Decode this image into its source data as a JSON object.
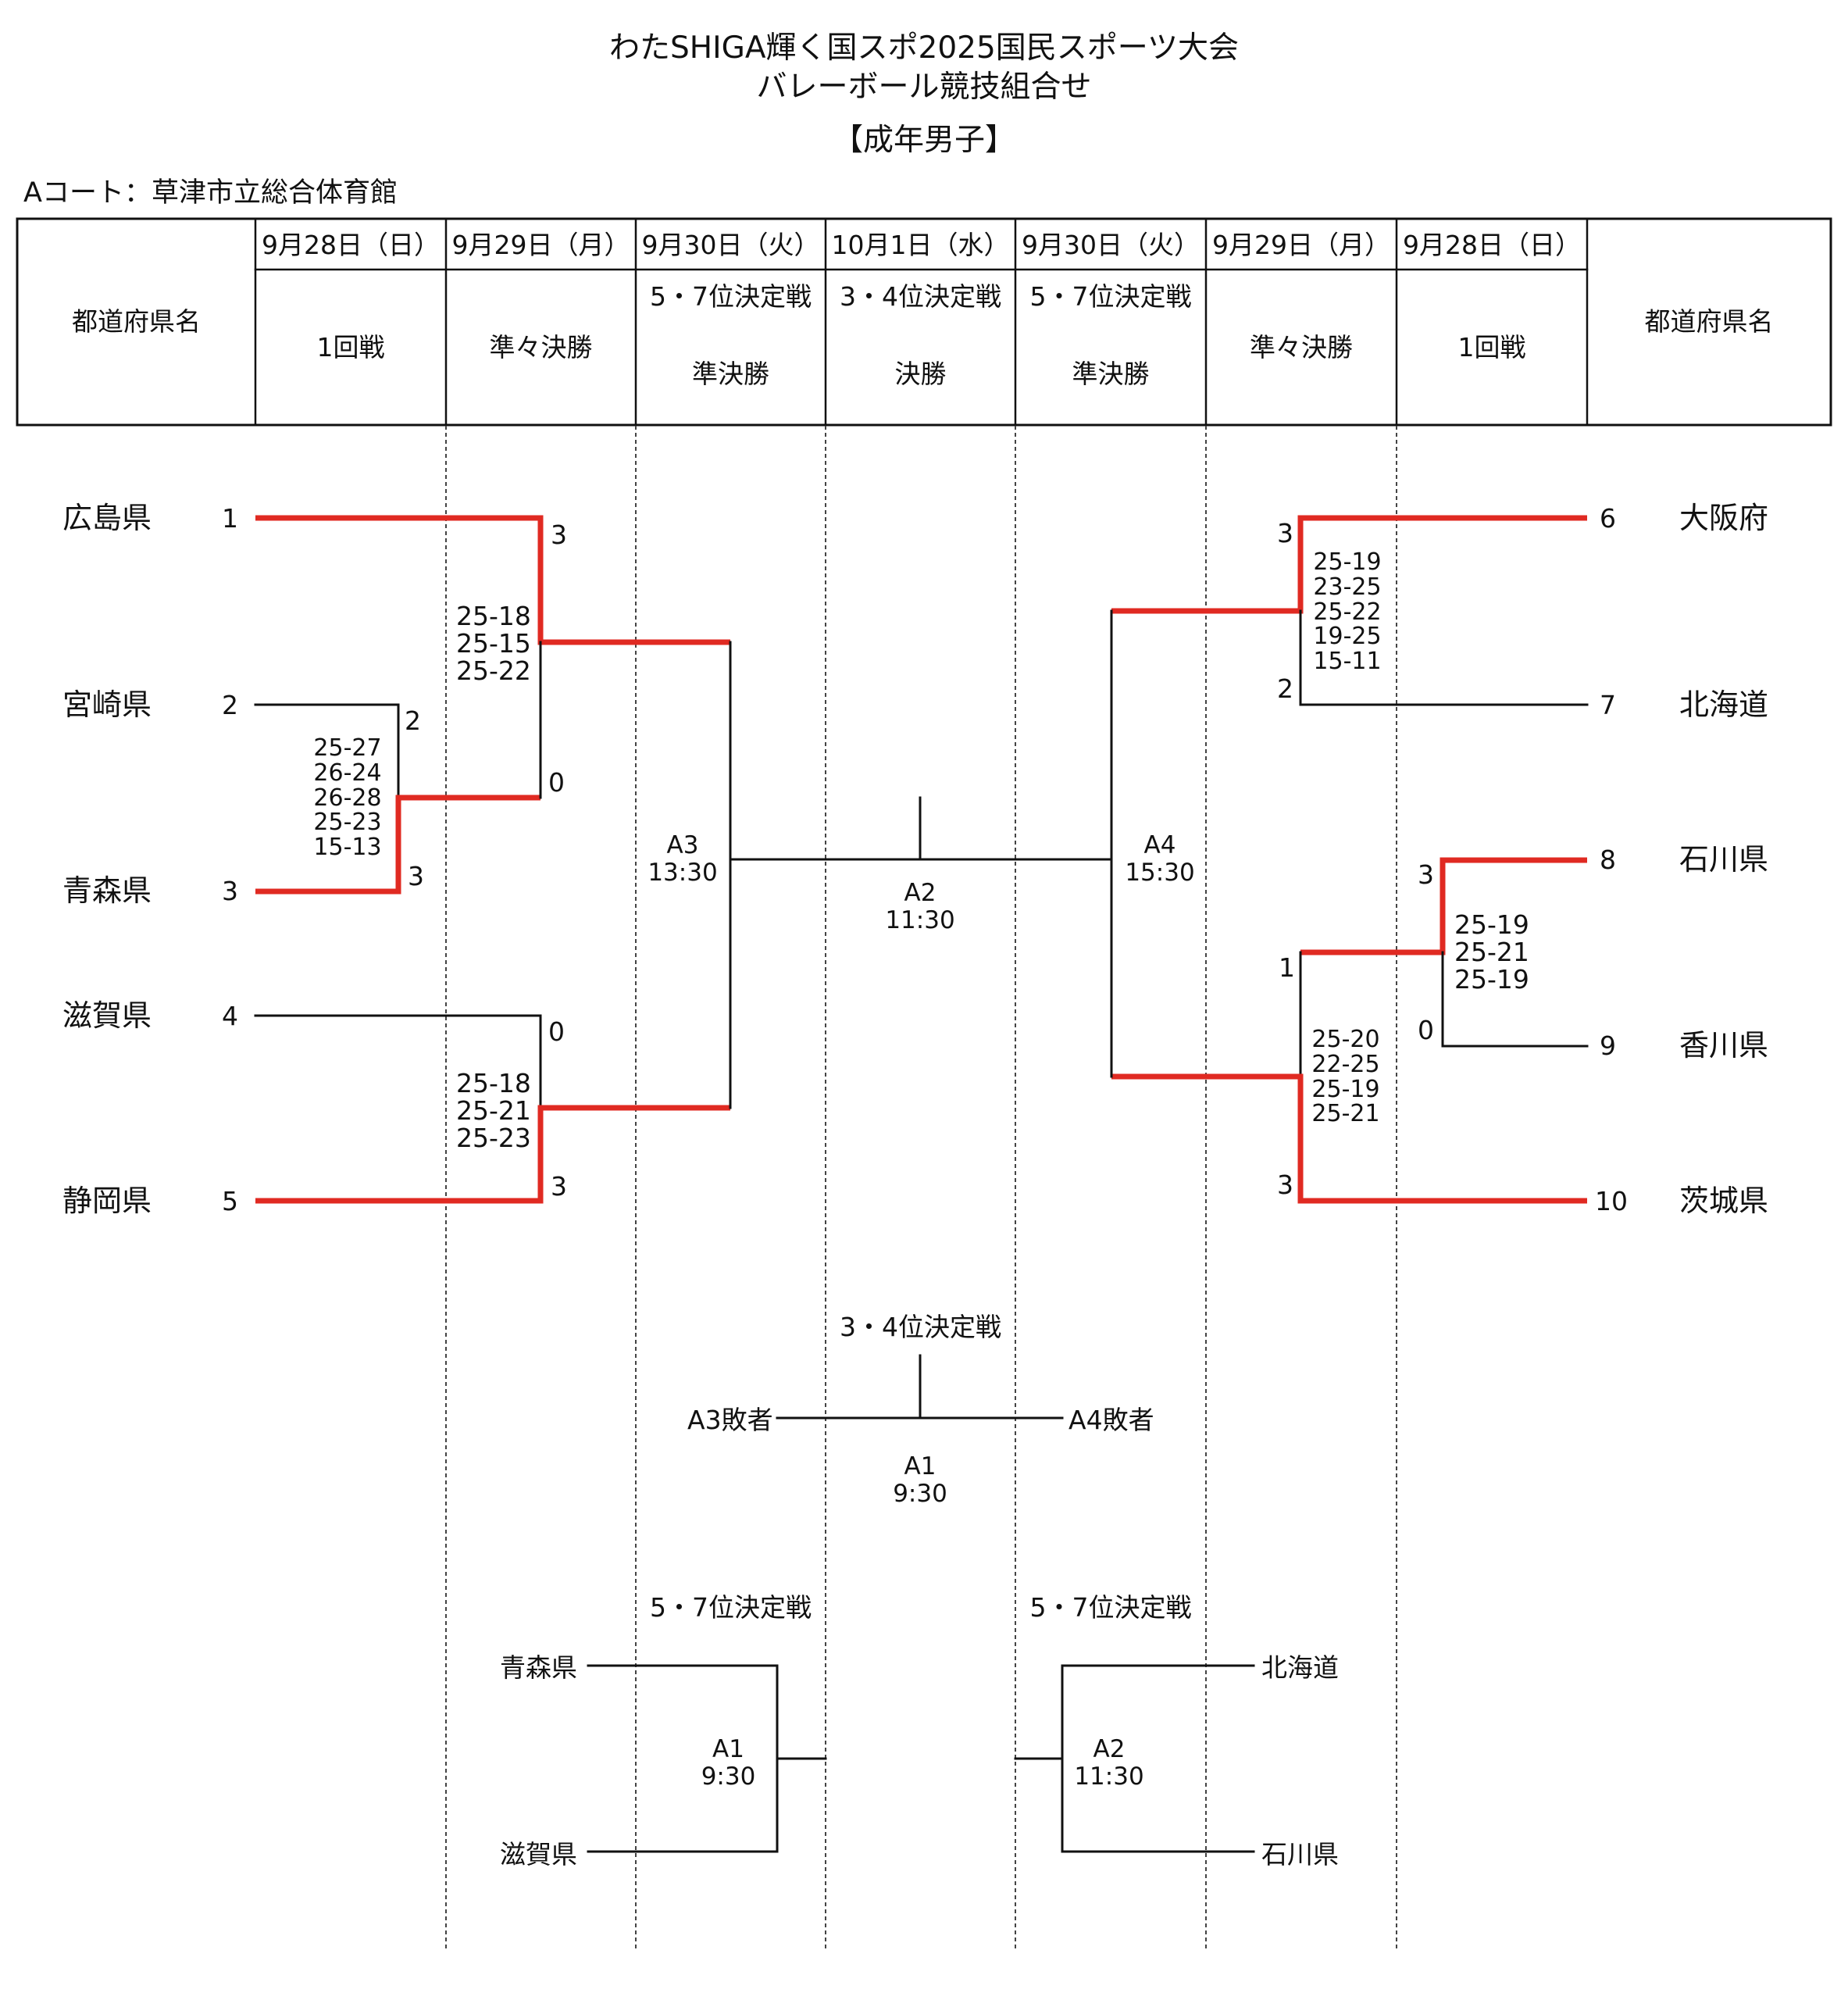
{
  "title": {
    "line1": "わたSHIGA輝く国スポ2025国民スポーツ大会",
    "line2": "バレーボール競技組合せ",
    "line3": "【成年男子】"
  },
  "court": "Aコート：草津市立総合体育館",
  "header": {
    "pref_label": "都道府県名",
    "columns": [
      {
        "date": "9月28日（日）",
        "round": [
          "1回戦"
        ]
      },
      {
        "date": "9月29日（月）",
        "round": [
          "準々決勝"
        ]
      },
      {
        "date": "9月30日（火）",
        "round": [
          "5・7位決定戦",
          "準決勝"
        ]
      },
      {
        "date": "10月1日（水）",
        "round": [
          "3・4位決定戦",
          "決勝"
        ]
      },
      {
        "date": "9月30日（火）",
        "round": [
          "5・7位決定戦",
          "準決勝"
        ]
      },
      {
        "date": "9月29日（月）",
        "round": [
          "準々決勝"
        ]
      },
      {
        "date": "9月28日（日）",
        "round": [
          "1回戦"
        ]
      }
    ]
  },
  "teams_left": [
    {
      "name": "広島県",
      "seed": "1"
    },
    {
      "name": "宮崎県",
      "seed": "2"
    },
    {
      "name": "青森県",
      "seed": "3"
    },
    {
      "name": "滋賀県",
      "seed": "4"
    },
    {
      "name": "静岡県",
      "seed": "5"
    }
  ],
  "teams_right": [
    {
      "name": "大阪府",
      "seed": "6"
    },
    {
      "name": "北海道",
      "seed": "7"
    },
    {
      "name": "石川県",
      "seed": "8"
    },
    {
      "name": "香川県",
      "seed": "9"
    },
    {
      "name": "茨城県",
      "seed": "10"
    }
  ],
  "set_scores": {
    "l_r1_top": "2",
    "l_r1_bot": "3",
    "l_qf1_top": "3",
    "l_qf1_bot": "0",
    "l_qf2_top": "0",
    "l_qf2_bot": "3",
    "r_qf1_top": "3",
    "r_qf1_bot": "2",
    "r_r1_top": "3",
    "r_r1_bot": "0",
    "r_qf2_top": "1",
    "r_qf2_bot": "3"
  },
  "game_scores": {
    "l_r1": [
      "25-27",
      "26-24",
      "26-28",
      "25-23",
      "15-13"
    ],
    "l_qf1": [
      "25-18",
      "25-15",
      "25-22"
    ],
    "l_qf2": [
      "25-18",
      "25-21",
      "25-23"
    ],
    "r_qf1": [
      "25-19",
      "23-25",
      "25-22",
      "19-25",
      "15-11"
    ],
    "r_r1": [
      "25-19",
      "25-21",
      "25-19"
    ],
    "r_qf2": [
      "25-20",
      "22-25",
      "25-19",
      "25-21"
    ]
  },
  "matches": {
    "a3": {
      "id": "A3",
      "time": "13:30"
    },
    "a4": {
      "id": "A4",
      "time": "15:30"
    },
    "a2_final": {
      "id": "A2",
      "time": "11:30"
    },
    "a1_third": {
      "id": "A1",
      "time": "9:30"
    },
    "a1_fifth": {
      "id": "A1",
      "time": "9:30"
    },
    "a2_fifth": {
      "id": "A2",
      "time": "11:30"
    }
  },
  "third_place": {
    "label": "3・4位決定戦",
    "left": "A3敗者",
    "right": "A4敗者"
  },
  "fifth_left": {
    "label": "5・7位決定戦",
    "top": "青森県",
    "bottom": "滋賀県"
  },
  "fifth_right": {
    "label": "5・7位決定戦",
    "top": "北海道",
    "bottom": "石川県"
  },
  "colors": {
    "winner_line": "#e02a22",
    "line": "#111111",
    "dotted": "#444444"
  }
}
